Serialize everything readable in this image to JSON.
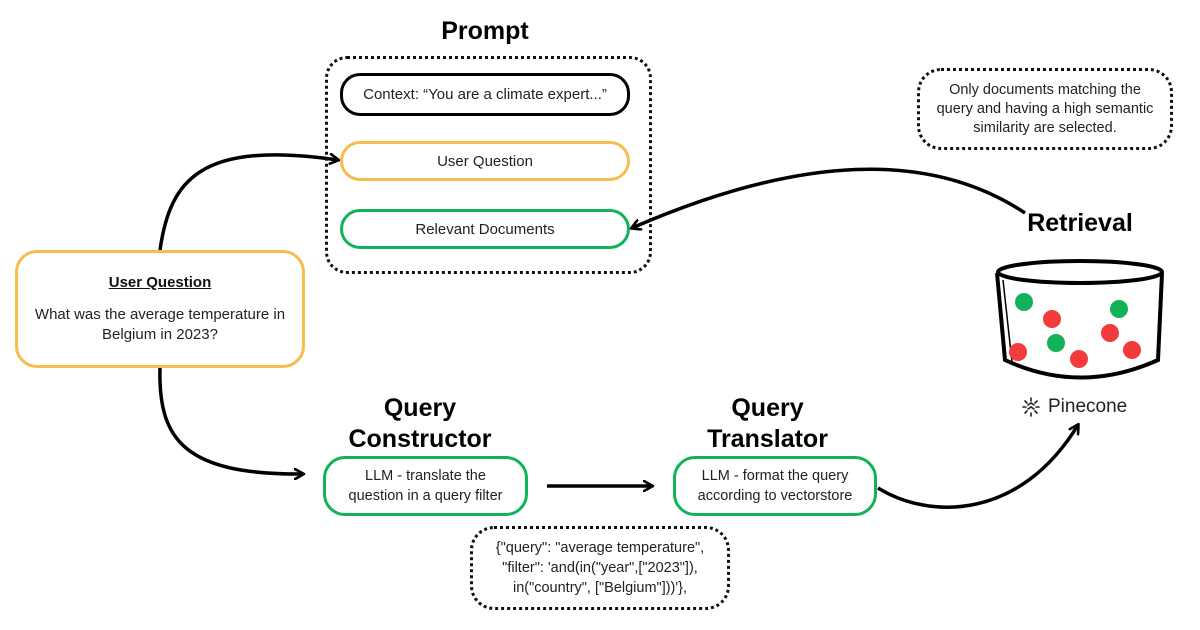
{
  "prompt": {
    "title": "Prompt",
    "context_label": "Context: “You are a climate expert...”",
    "user_question_label": "User Question",
    "relevant_documents_label": "Relevant Documents"
  },
  "user_question_card": {
    "heading": "User Question",
    "lines": [
      "What was the average temperature in",
      "Belgium in 2023?"
    ]
  },
  "query_constructor": {
    "title_lines": [
      "Query",
      "Constructor"
    ],
    "lines": [
      "LLM - translate the",
      "question in a query filter"
    ]
  },
  "query_translator": {
    "title_lines": [
      "Query",
      "Translator"
    ],
    "lines": [
      "LLM - format the query",
      "according to vectorstore"
    ]
  },
  "filter_example": {
    "lines": [
      "{\"query\": \"average temperature\",",
      "\"filter\": 'and(in(\"year\",[\"2023\"]),",
      "in(\"country\", [\"Belgium\"]))'},"
    ]
  },
  "retrieval": {
    "title": "Retrieval",
    "note_lines": [
      "Only documents matching the",
      "query and having a high semantic",
      "similarity are selected."
    ]
  },
  "vectorstore": {
    "brand": "Pinecone",
    "logo_icon": "pinecone-logo-icon",
    "dots": [
      {
        "color": "#10b35a"
      },
      {
        "color": "#f43b3b"
      },
      {
        "color": "#10b35a"
      },
      {
        "color": "#f43b3b"
      },
      {
        "color": "#f43b3b"
      },
      {
        "color": "#10b35a"
      },
      {
        "color": "#f43b3b"
      },
      {
        "color": "#f43b3b"
      }
    ]
  },
  "colors": {
    "yellow": "#f5bc4e",
    "green": "#10b35a",
    "red": "#f43b3b",
    "black": "#000000"
  }
}
